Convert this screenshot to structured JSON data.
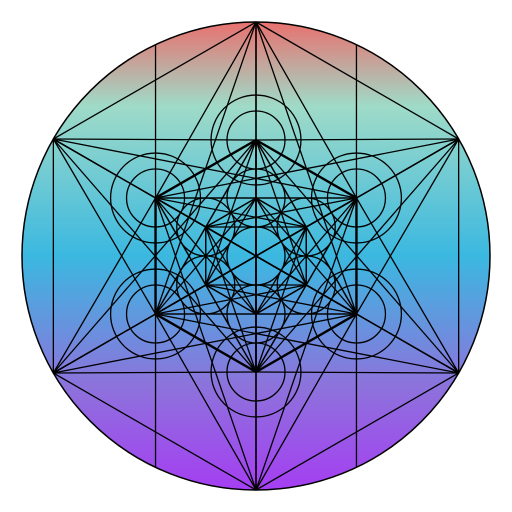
{
  "figure": {
    "kind": "sacred-geometry",
    "pattern": "metatrons-cube",
    "gradient_stops": [
      {
        "offset": 0.0,
        "color": "#e8716f"
      },
      {
        "offset": 0.18,
        "color": "#9fdbc8"
      },
      {
        "offset": 0.5,
        "color": "#3bb8e0"
      },
      {
        "offset": 0.78,
        "color": "#8d72dc"
      },
      {
        "offset": 1.0,
        "color": "#a53ef2"
      }
    ],
    "line_color": "#000000"
  }
}
